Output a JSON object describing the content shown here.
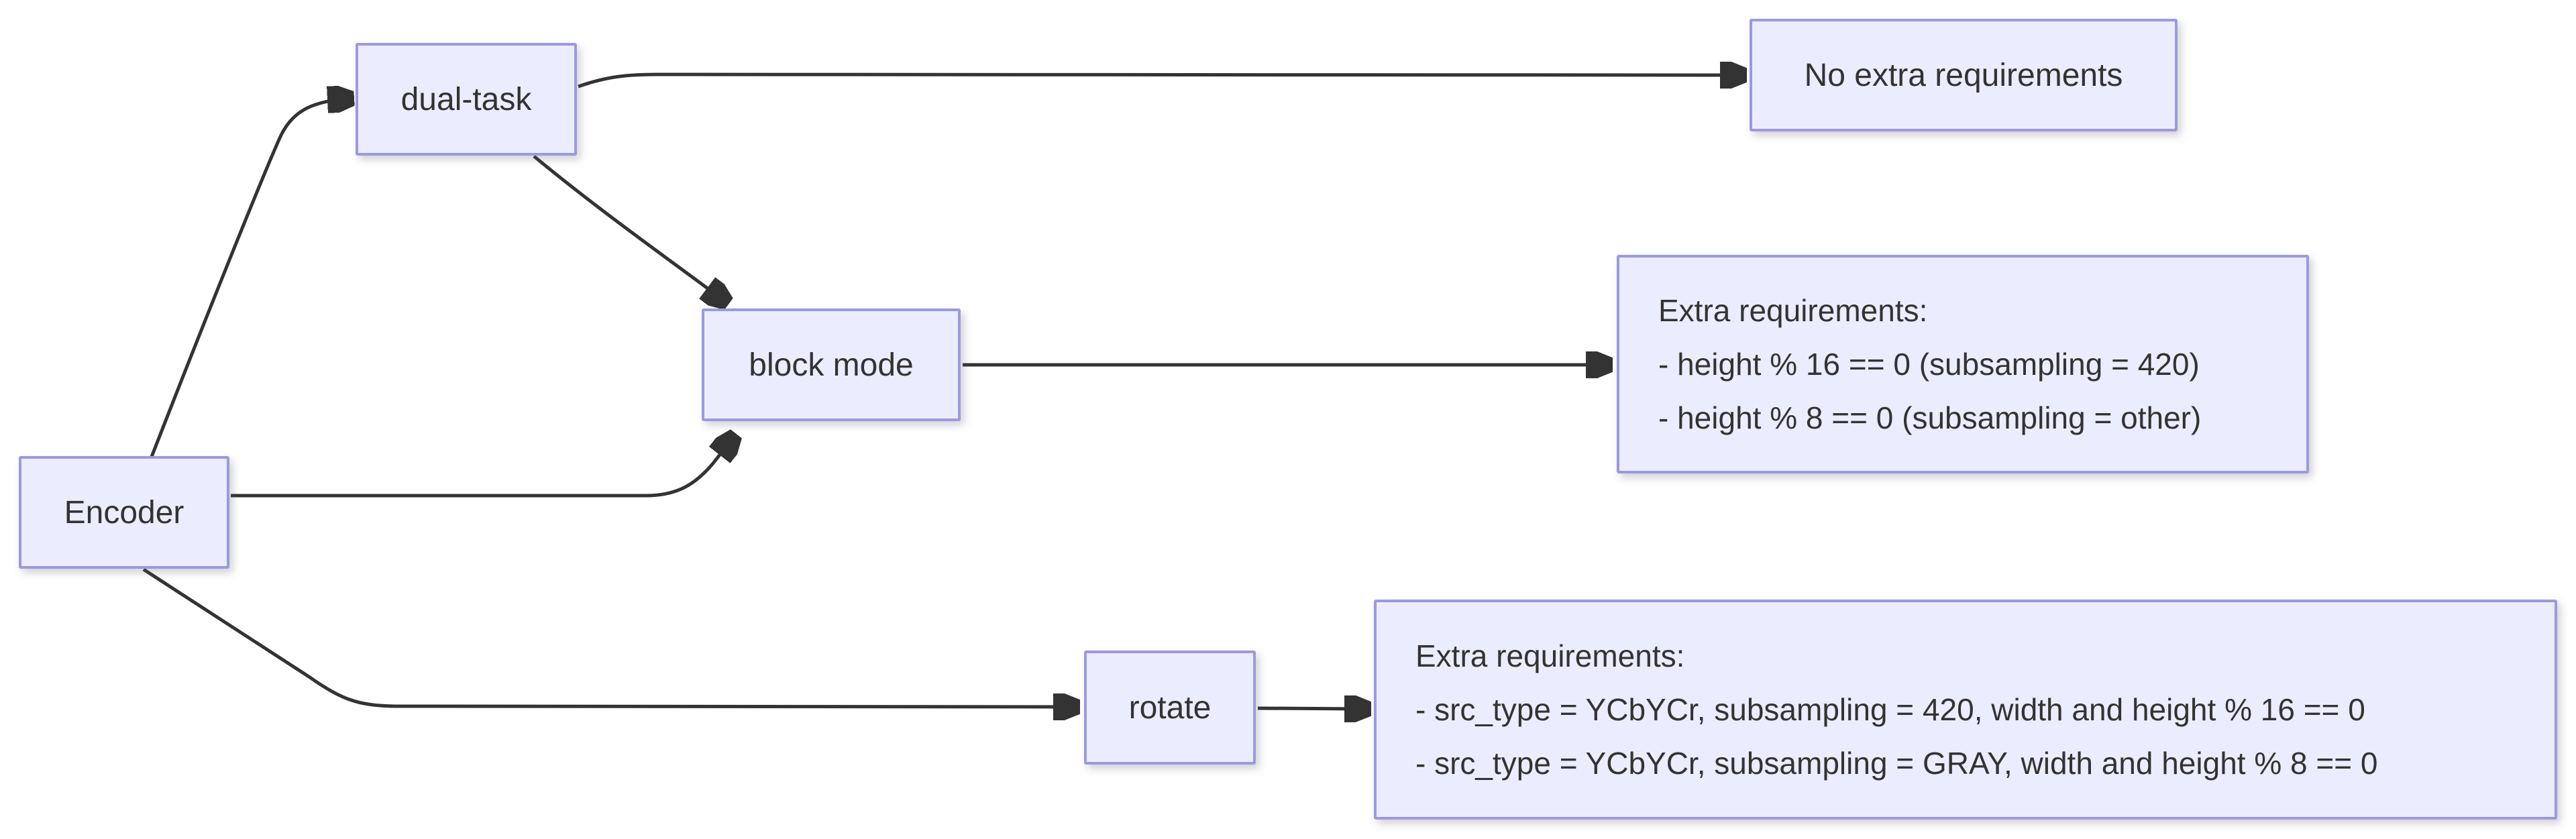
{
  "diagram": {
    "background": "#FFFFFF",
    "colors": {
      "node_fill": "#ECECFF",
      "node_border": "#9A9AE0",
      "edge": "#333333",
      "text": "#333333"
    },
    "nodes": {
      "encoder": {
        "label": "Encoder"
      },
      "dual_task": {
        "label": "dual-task"
      },
      "block_mode": {
        "label": "block mode"
      },
      "rotate": {
        "label": "rotate"
      },
      "no_extra": {
        "label": "No extra requirements"
      },
      "block_reqs": {
        "title": "Extra requirements:",
        "lines": [
          "- height % 16 == 0 (subsampling = 420)",
          "- height % 8 == 0 (subsampling = other)"
        ]
      },
      "rotate_reqs": {
        "title": "Extra requirements:",
        "lines": [
          "- src_type = YCbYCr, subsampling = 420, width and height % 16 == 0",
          "- src_type = YCbYCr, subsampling = GRAY, width and height % 8 == 0"
        ]
      }
    },
    "edges": [
      {
        "from": "Encoder",
        "to": "dual-task"
      },
      {
        "from": "Encoder",
        "to": "block mode"
      },
      {
        "from": "Encoder",
        "to": "rotate"
      },
      {
        "from": "dual-task",
        "to": "No extra requirements"
      },
      {
        "from": "dual-task",
        "to": "block mode"
      },
      {
        "from": "block mode",
        "to": "Extra requirements (block mode)"
      },
      {
        "from": "rotate",
        "to": "Extra requirements (rotate)"
      }
    ]
  }
}
